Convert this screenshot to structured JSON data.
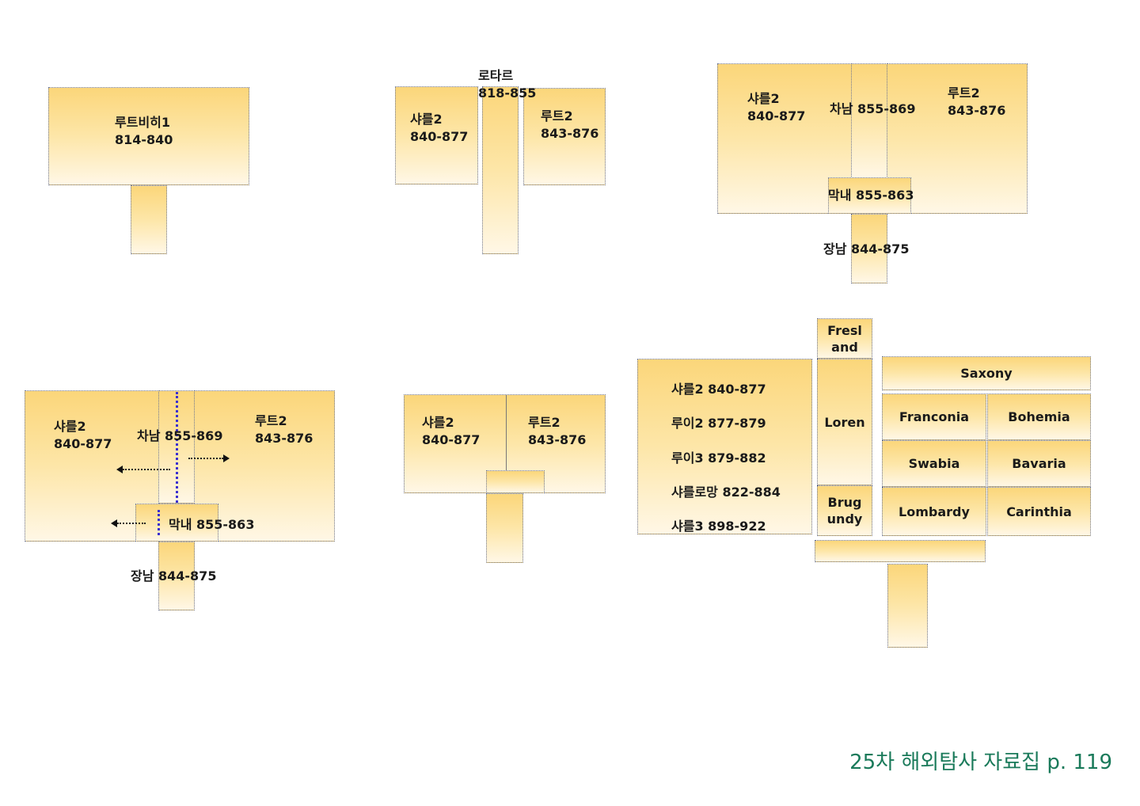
{
  "diagram1": {
    "name": "루트비히1",
    "years": "814-840"
  },
  "diagram2": {
    "center_name": "로타르",
    "center_years": "818-855",
    "left_name": "샤를2",
    "left_years": "840-877",
    "right_name": "루트2",
    "right_years": "843-876"
  },
  "diagram3": {
    "left_name": "샤를2",
    "left_years": "840-877",
    "center": "차남 855-869",
    "right_name": "루트2",
    "right_years": "843-876",
    "youngest": "막내 855-863",
    "eldest": "장남 844-875"
  },
  "diagram4": {
    "left_name": "샤를2",
    "left_years": "840-877",
    "center": "차남 855-869",
    "right_name": "루트2",
    "right_years": "843-876",
    "youngest": "막내 855-863",
    "eldest": "장남 844-875"
  },
  "diagram5": {
    "left_name": "샤를2",
    "left_years": "840-877",
    "right_name": "루트2",
    "right_years": "843-876"
  },
  "diagram6": {
    "rulers": [
      "샤를2  840-877",
      "루이2  877-879",
      "루이3  879-882",
      "샤를로망 822-884",
      "샤를3  898-922"
    ],
    "fresland": [
      "Fresl",
      "and"
    ],
    "loren": "Loren",
    "brugundy": [
      "Brug",
      "undy"
    ],
    "saxony": "Saxony",
    "duchies": [
      "Franconia",
      "Bohemia",
      "Swabia",
      "Bavaria",
      "Lombardy",
      "Carinthia"
    ]
  },
  "footer": "25차 해외탐사 자료집 p. 119"
}
